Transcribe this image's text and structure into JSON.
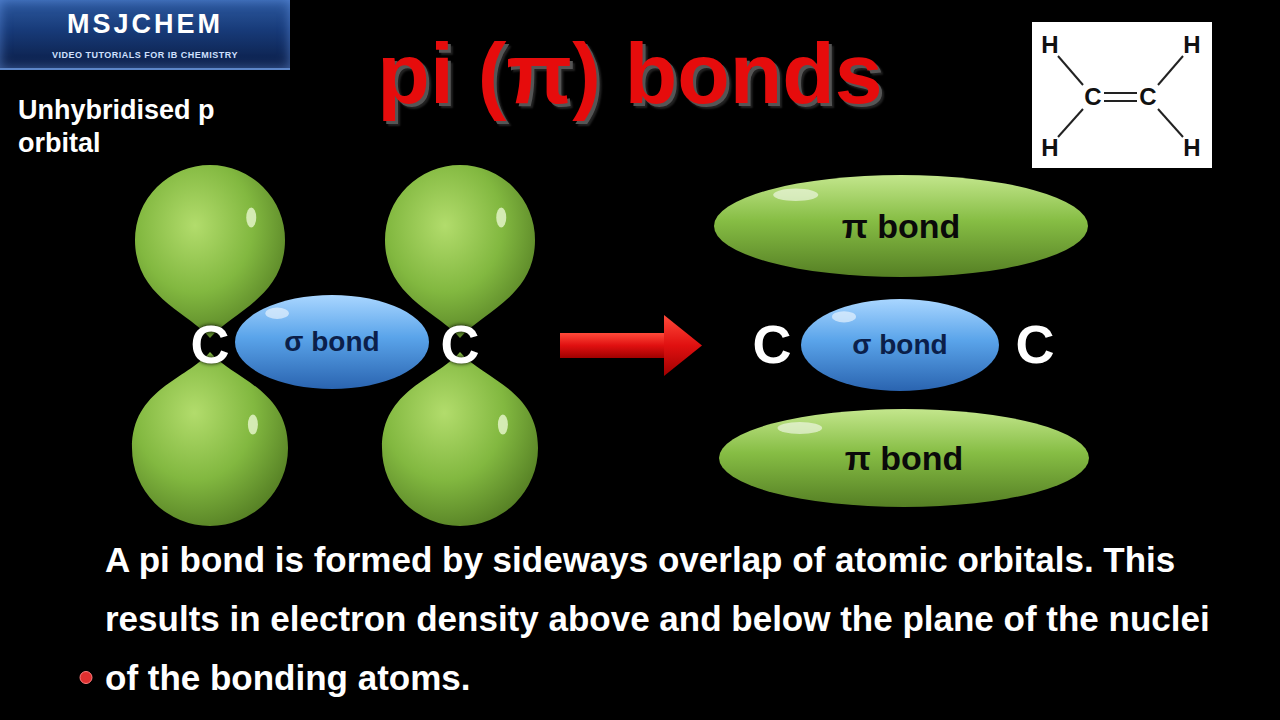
{
  "diagram": {
    "title": "pi (π) bonds",
    "caption": "A pi bond is formed by sideways overlap of atomic orbitals. This results in electron density above and below the plane of the nuclei of the bonding atoms.",
    "nodes": [
      {
        "text": [
          "MSJCHEM",
          "VIDEO TUTORIALS FOR IB CHEMISTRY"
        ]
      },
      {
        "text": [
          "H",
          "H",
          "C",
          "C",
          "H",
          "H"
        ]
      },
      {
        "text": [
          "σ bond"
        ]
      },
      {
        "text": [
          "π bond"
        ]
      },
      {
        "text": [
          "σ bond"
        ]
      },
      {
        "text": [
          "π bond"
        ]
      }
    ],
    "labels": [
      "Unhybridised p orbital",
      "C",
      "C",
      "C",
      "C"
    ]
  }
}
